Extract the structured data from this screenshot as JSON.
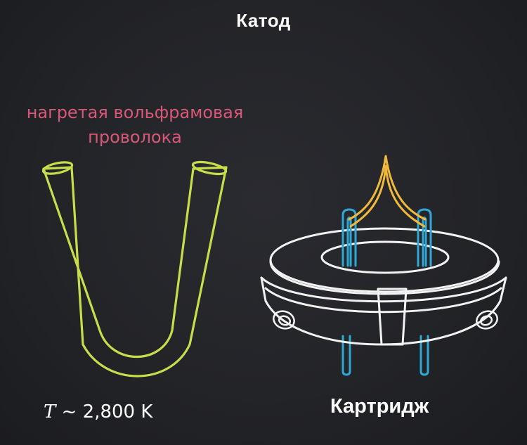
{
  "title": "Катод",
  "filament": {
    "label_line1": "нагретая вольфрамовая",
    "label_line2": "проволока",
    "temperature_symbol": "T",
    "temperature_value": "~ 2,800 K"
  },
  "cartridge": {
    "label": "Картридж"
  },
  "colors": {
    "background": "#232428",
    "title_text": "#ffffff",
    "filament_label": "#d9587a",
    "filament_tube": "#c8dd4a",
    "cartridge_outline": "#f2f2f2",
    "pins": "#2fa8d8",
    "wire": "#f0b93a"
  }
}
